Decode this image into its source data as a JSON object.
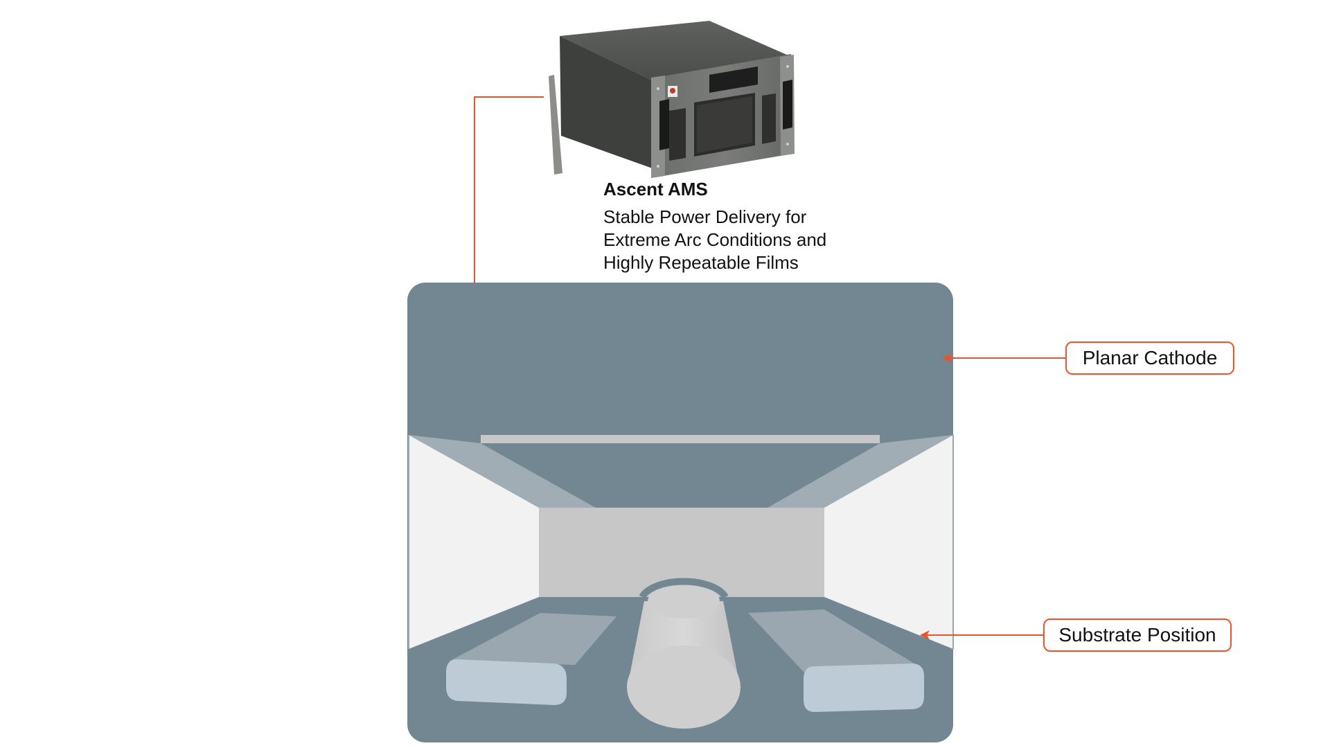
{
  "product": {
    "name": "Ascent AMS",
    "description_lines": [
      "Stable Power Delivery for",
      "Extreme Arc Conditions and",
      "Highly Repeatable Films"
    ]
  },
  "callouts": {
    "cathode": "Planar Cathode",
    "substrate": "Substrate Position"
  },
  "colors": {
    "accent": "#e8532a",
    "chamber": "#738793",
    "chamber_light": "#a0adb5",
    "inner_wall": "#f2f2f2",
    "target": "#c7c7c7",
    "substrate": "#bccbd6"
  },
  "icons": {
    "power_supply": "rack-power-supply-unit"
  }
}
